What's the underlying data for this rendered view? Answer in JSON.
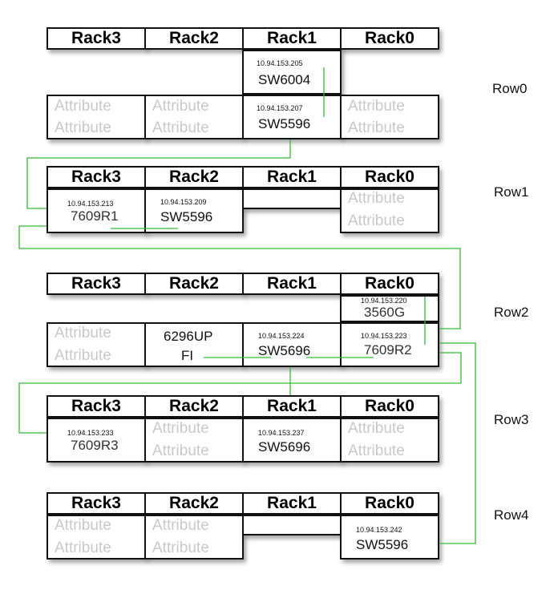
{
  "racks": [
    "Rack3",
    "Rack2",
    "Rack1",
    "Rack0"
  ],
  "rows": [
    "Row0",
    "Row1",
    "Row2",
    "Row3",
    "Row4"
  ],
  "placeholder": "Attribute",
  "devices": {
    "row0_rack1_top": {
      "ip": "10.94.153.205",
      "name": "SW6004"
    },
    "row0_rack1": {
      "ip": "10.94.153.207",
      "name": "SW5596"
    },
    "row1_rack3": {
      "ip": "10.94.153.213",
      "name": "7609R1"
    },
    "row1_rack2": {
      "ip": "10.94.153.209",
      "name": "SW5596"
    },
    "row2_rack0_top": {
      "ip": "10.94.153.220",
      "name": "3560G"
    },
    "row2_rack2": {
      "line1": "6296UP",
      "line2": "FI"
    },
    "row2_rack1": {
      "ip": "10.94.153.224",
      "name": "SW5696"
    },
    "row2_rack0": {
      "ip": "10.94.153.223",
      "name": "7609R2"
    },
    "row3_rack3": {
      "ip": "10.94.153.233",
      "name": "7609R3"
    },
    "row3_rack1": {
      "ip": "10.94.153.237",
      "name": "SW5696"
    },
    "row4_rack0": {
      "ip": "10.94.153.242",
      "name": "SW5596"
    }
  },
  "link_color": "#33bb33"
}
